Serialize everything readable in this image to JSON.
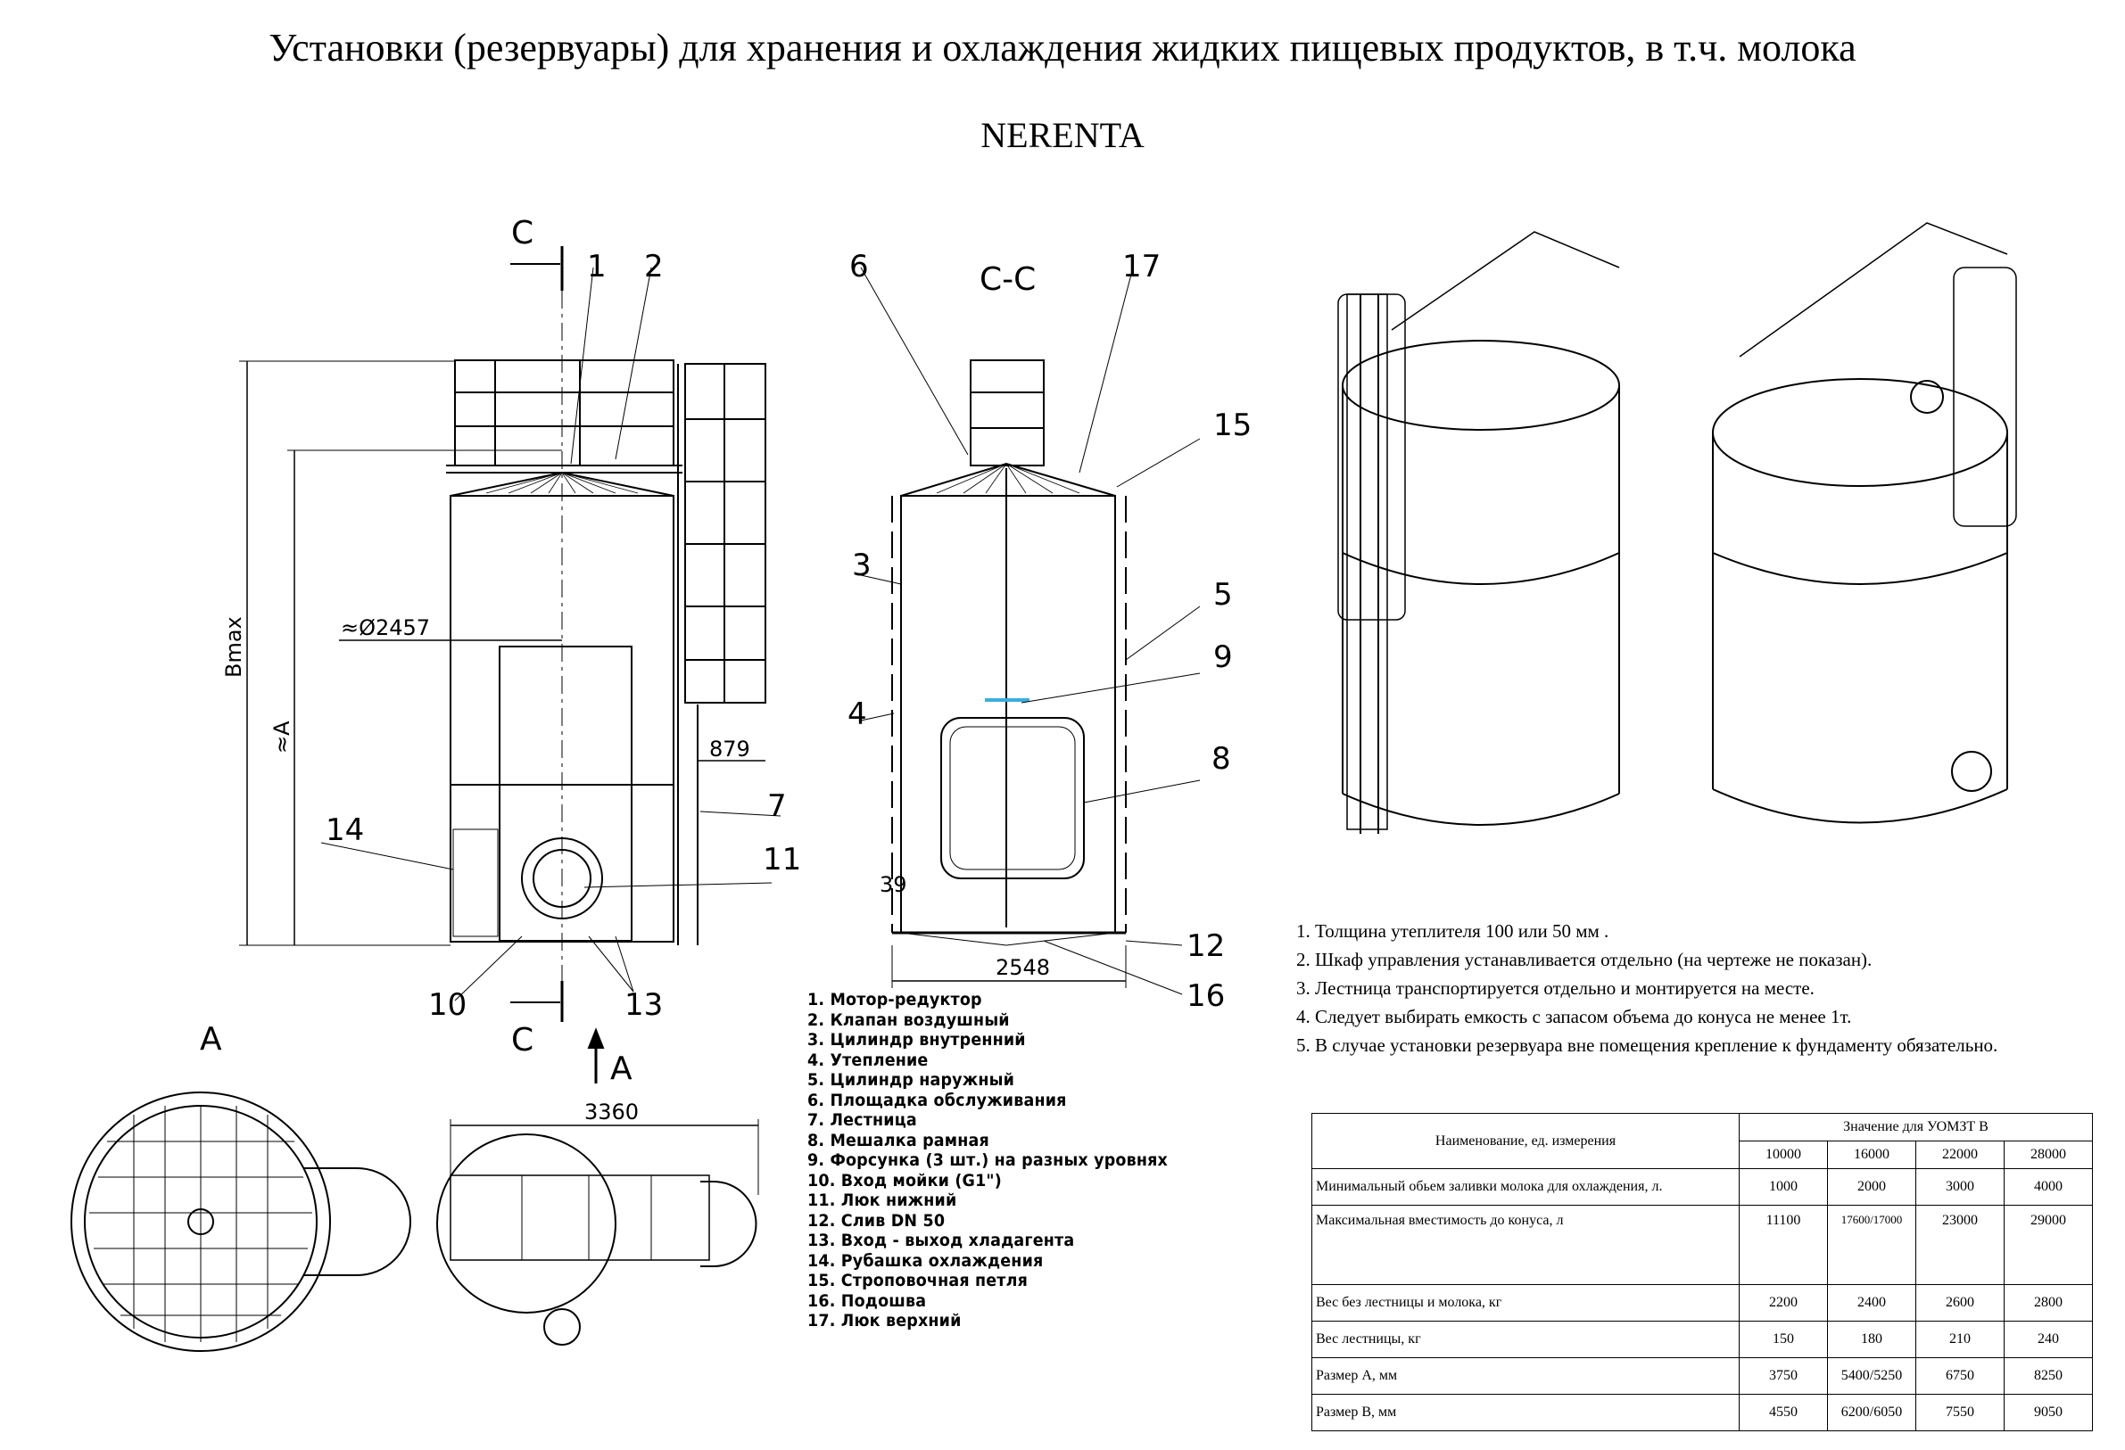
{
  "header": {
    "title": "Установки (резервуары) для хранения и охлаждения жидких пищевых продуктов, в т.ч. молока",
    "brand": "NERENTA"
  },
  "drawing": {
    "section_mark": "C",
    "section_view_title": "C-C",
    "view_a_label": "A",
    "dims": {
      "diameter": "≈Ø2457",
      "bmax": "Bmax",
      "a_height": "≈A",
      "ladder_offset": "879",
      "width_section": "2548",
      "plan_width": "3360",
      "small_dim": "39"
    },
    "callouts": [
      "1",
      "2",
      "3",
      "4",
      "5",
      "6",
      "7",
      "8",
      "9",
      "10",
      "11",
      "12",
      "13",
      "14",
      "15",
      "16",
      "17"
    ]
  },
  "legend": [
    "1. Мотор-редуктор",
    "2. Клапан воздушный",
    "3. Цилиндр внутренний",
    "4. Утепление",
    "5. Цилиндр наружный",
    "6. Площадка обслуживания",
    "7. Лестница",
    "8. Мешалка рамная",
    "9. Форсунка (3 шт.) на разных уровнях",
    "10. Вход мойки (G1\")",
    "11. Люк нижний",
    "12. Слив DN 50",
    "13. Вход - выход хладагента",
    "14. Рубашка охлаждения",
    "15. Строповочная петля",
    "16. Подошва",
    "17. Люк верхний"
  ],
  "notes": [
    "1. Толщина утеплителя 100 или 50 мм .",
    "2. Шкаф управления устанавливается отдельно (на чертеже не показан).",
    "3. Лестница транспортируется отдельно и монтируется на месте.",
    "4. Следует выбирать емкость с запасом объема до конуса не менее 1т.",
    "5. В случае установки резервуара вне помещения крепление к фундаменту обязательно."
  ],
  "spec_table": {
    "header_label": "Наименование, ед. измерения",
    "header_group": "Значение для УОМЗТ В",
    "models": [
      "10000",
      "16000",
      "22000",
      "28000"
    ],
    "rows": [
      {
        "label": "Минимальный обьем заливки молока для охлаждения, л.",
        "values": [
          "1000",
          "2000",
          "3000",
          "4000"
        ]
      },
      {
        "label": "Максимальная вместимость до конуса, л",
        "values": [
          "11100",
          "17600/17000",
          "23000",
          "29000"
        ]
      },
      {
        "label": "Вес без лестницы и молока, кг",
        "values": [
          "2200",
          "2400",
          "2600",
          "2800"
        ]
      },
      {
        "label": "Вес лестницы, кг",
        "values": [
          "150",
          "180",
          "210",
          "240"
        ]
      },
      {
        "label": "Размер А, мм",
        "values": [
          "3750",
          "5400/5250",
          "6750",
          "8250"
        ]
      },
      {
        "label": "Размер В, мм",
        "values": [
          "4550",
          "6200/6050",
          "7550",
          "9050"
        ]
      }
    ]
  }
}
